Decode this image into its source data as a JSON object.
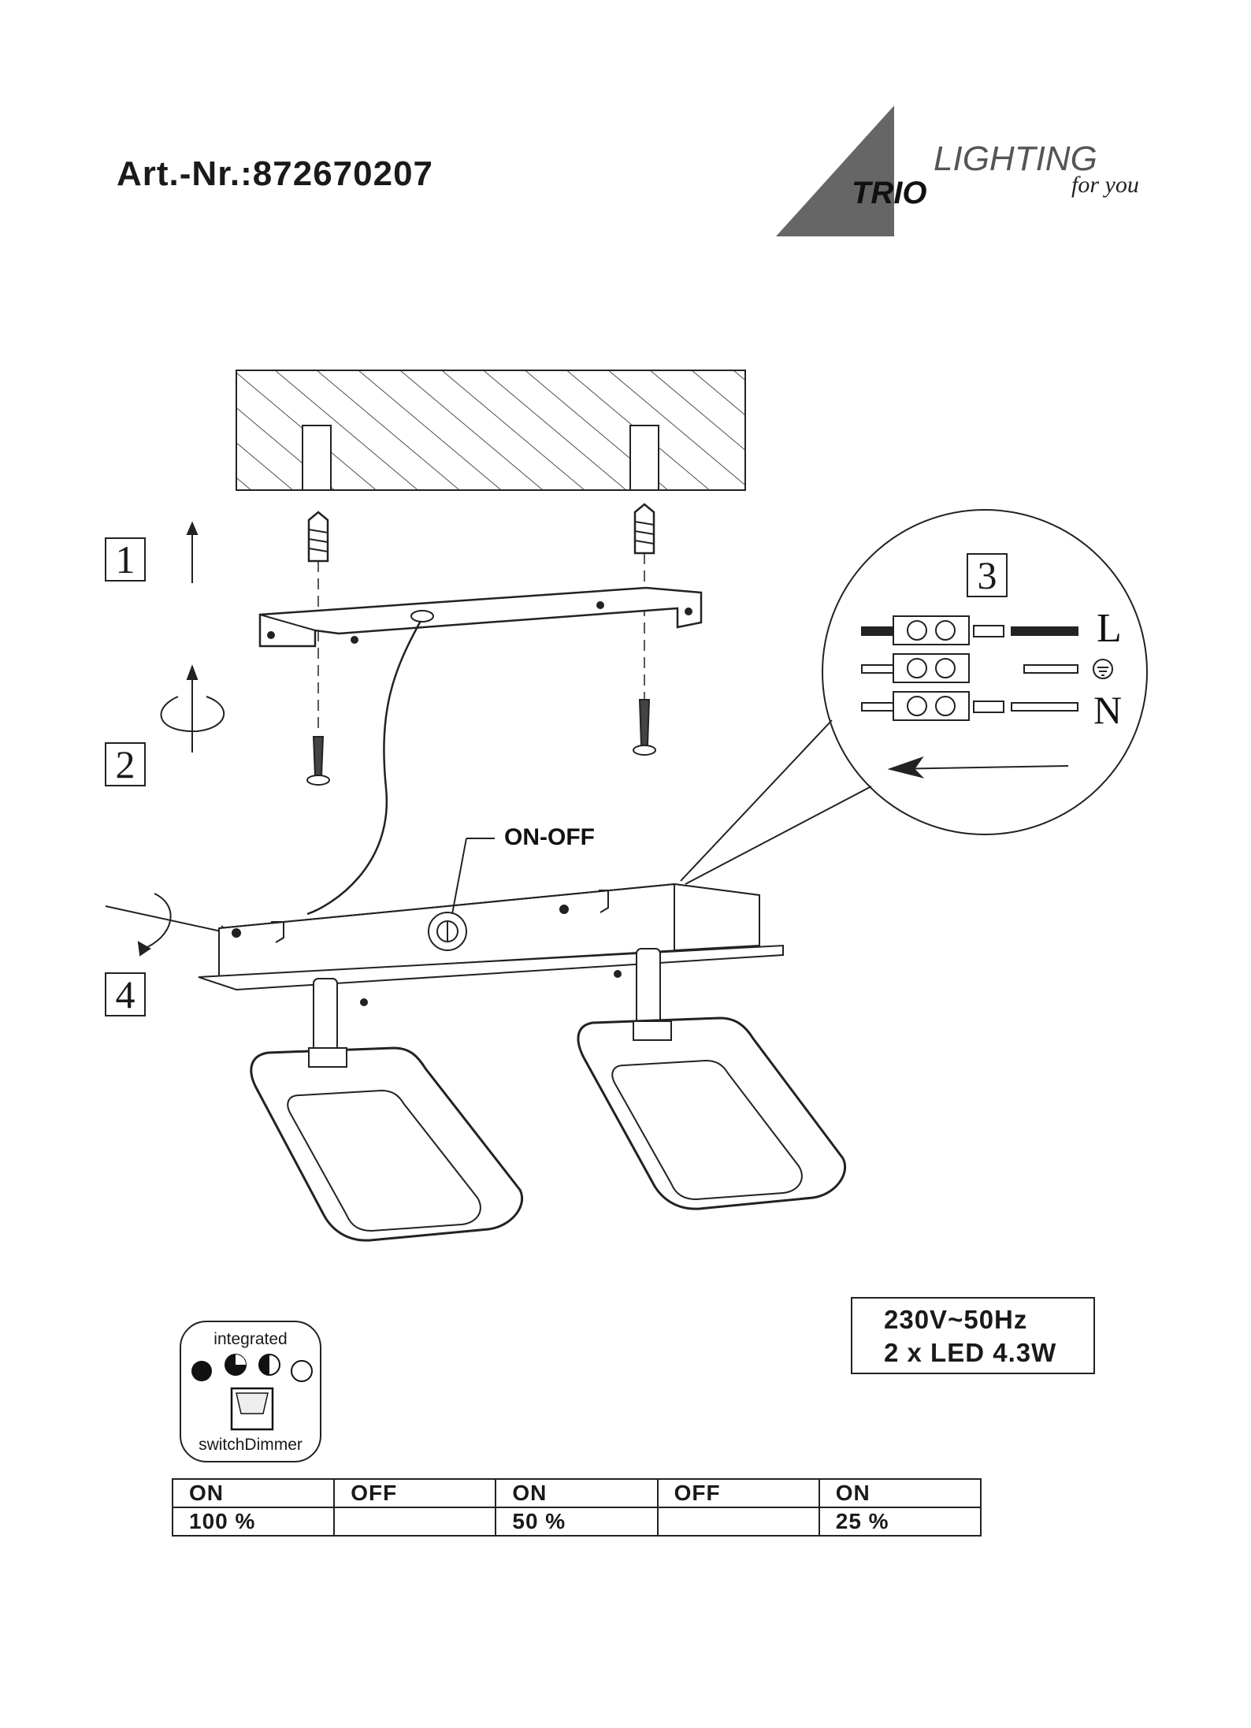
{
  "header": {
    "article_number": "Art.-Nr.:872670207"
  },
  "logo": {
    "brand": "TRIO",
    "line1": "LIGHTING",
    "tagline": "for you"
  },
  "steps": [
    "1",
    "2",
    "3",
    "4"
  ],
  "labels": {
    "switch": "ON-OFF",
    "live": "L",
    "neutral": "N"
  },
  "specs": {
    "voltage": "230V~50Hz",
    "led": "2 x LED 4.3W"
  },
  "dimmer": {
    "top": "integrated",
    "bottom": "switchDimmer"
  },
  "sequence": {
    "states": [
      "ON",
      "OFF",
      "ON",
      "OFF",
      "ON"
    ],
    "levels": [
      "100 %",
      "",
      "50 %",
      "",
      "25 %"
    ]
  }
}
